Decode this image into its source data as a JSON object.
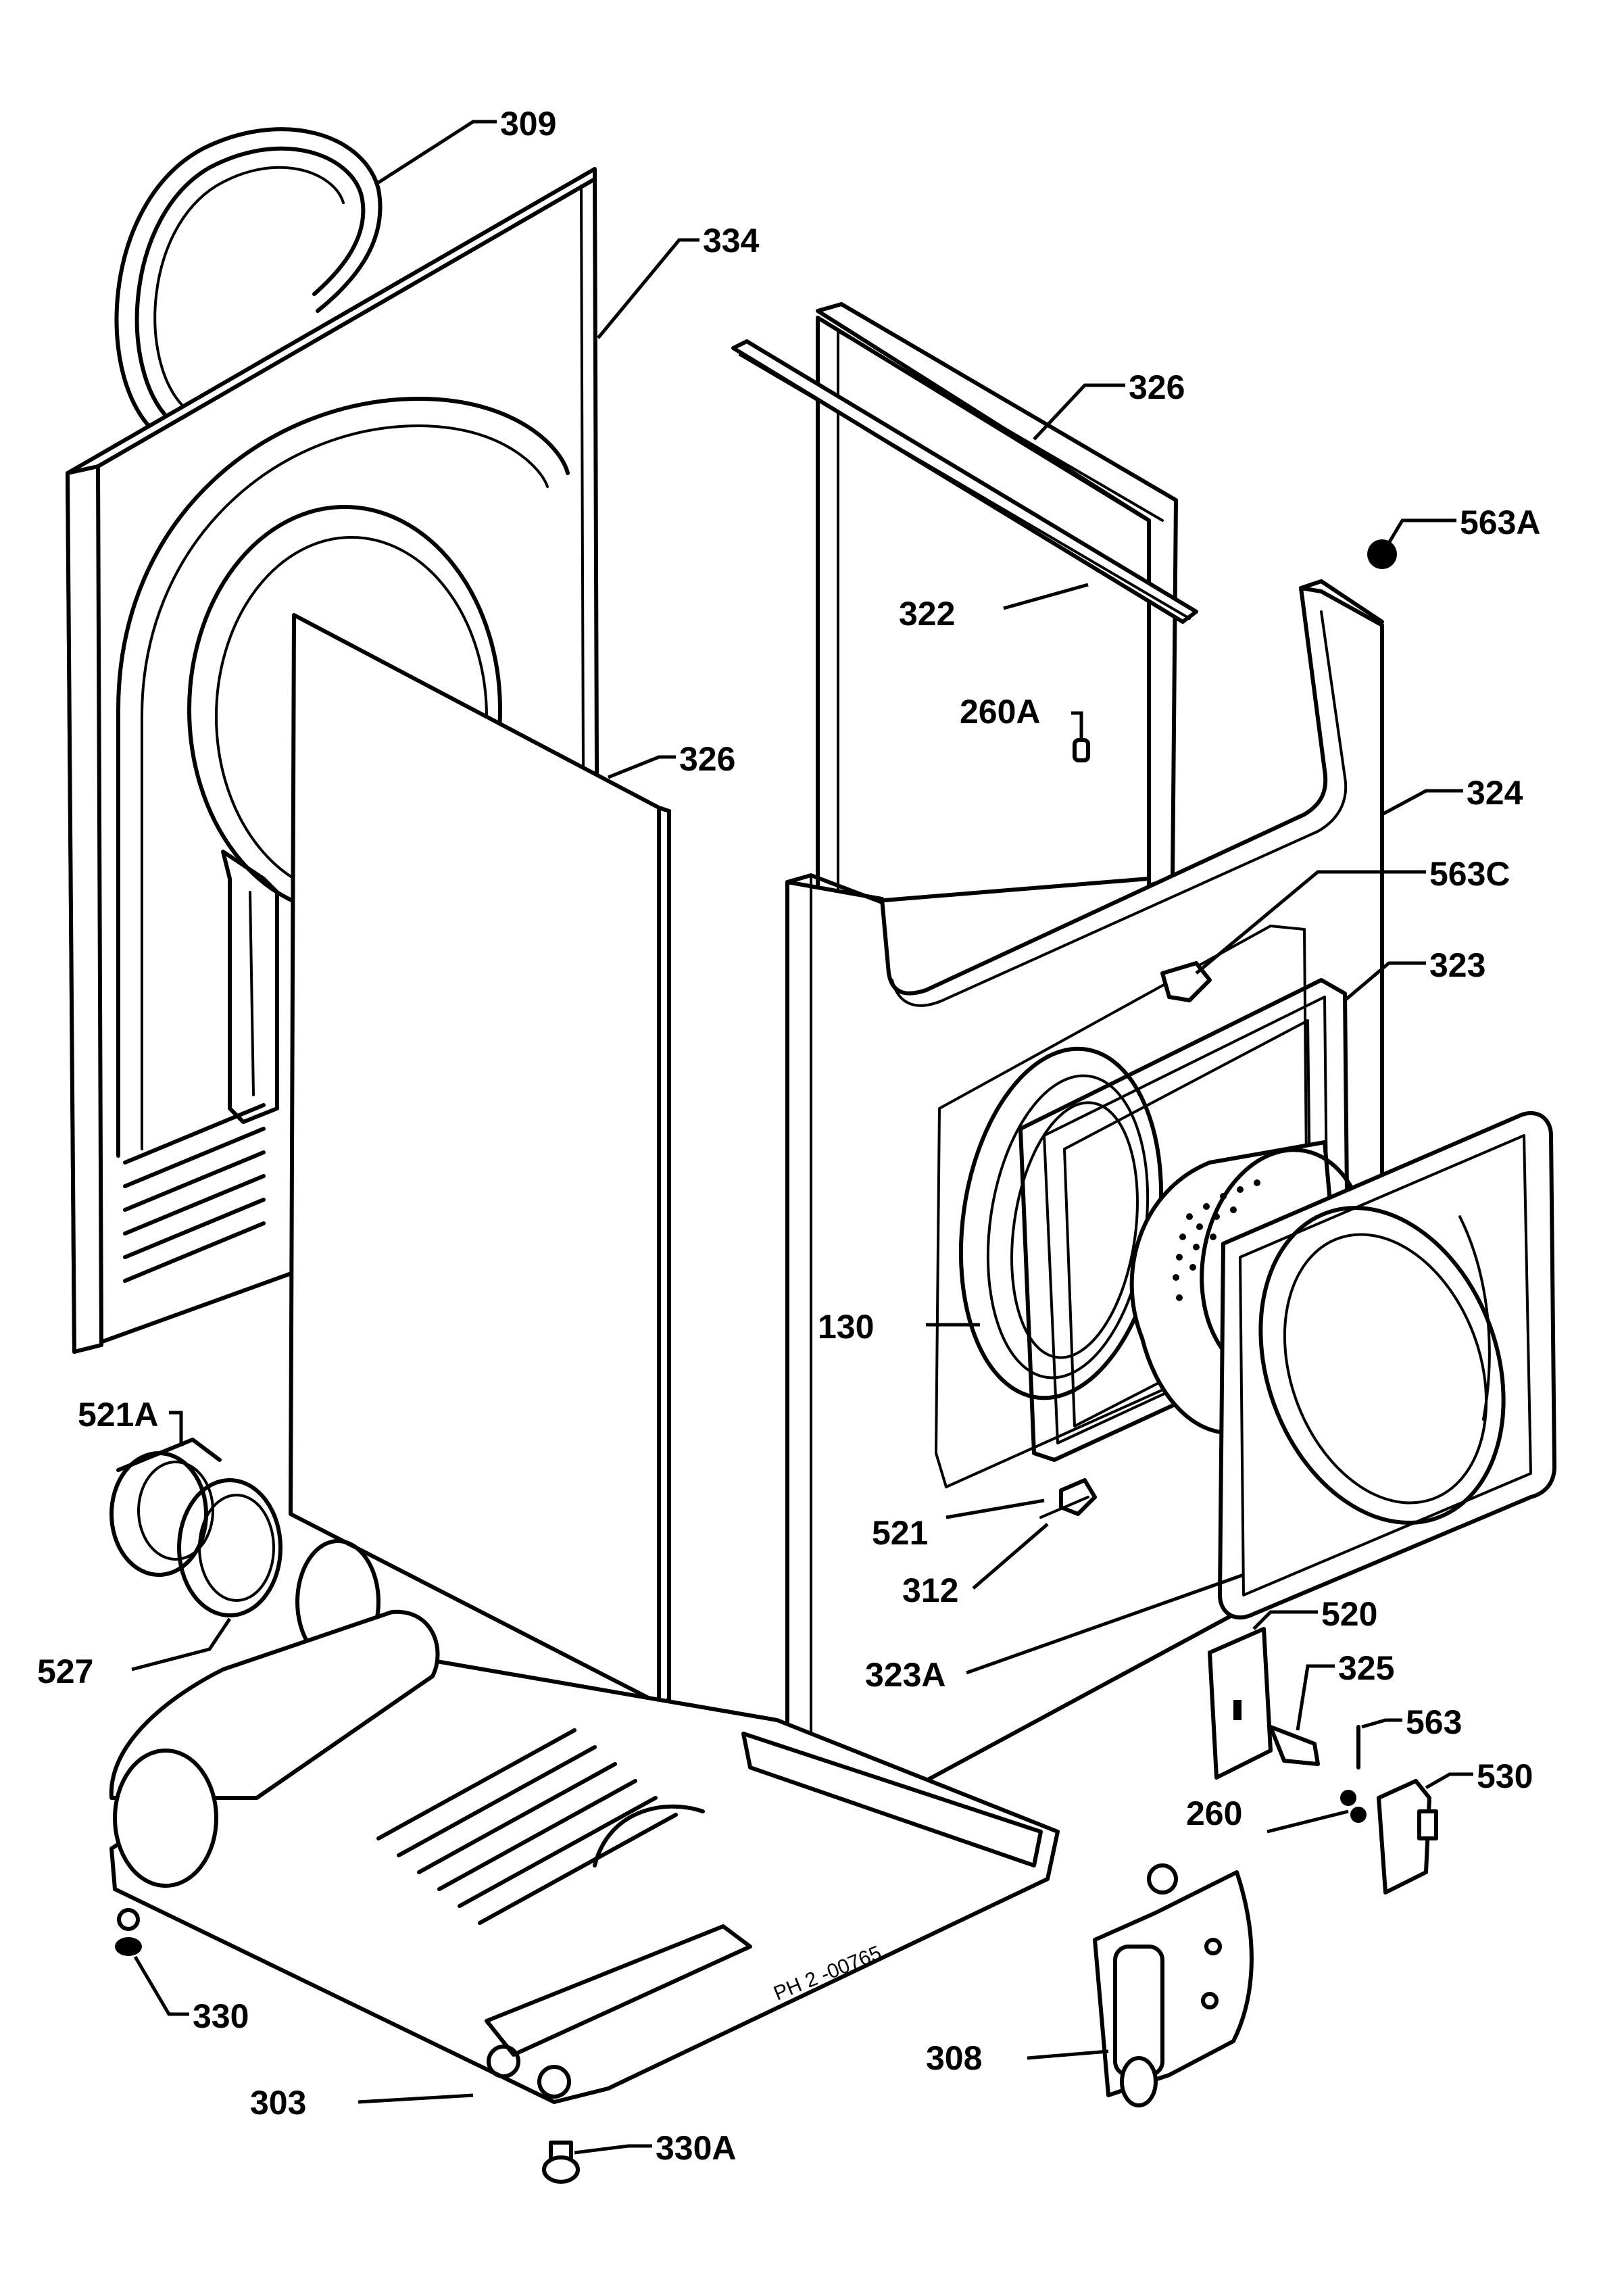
{
  "diagram": {
    "part_labels": {
      "p309": "309",
      "p334": "334",
      "p326_top": "326",
      "p563a": "563A",
      "p322": "322",
      "p260a": "260A",
      "p326_side": "326",
      "p324": "324",
      "p563c": "563C",
      "p323": "323",
      "p130": "130",
      "p521a": "521A",
      "p521": "521",
      "p312": "312",
      "p527": "527",
      "p323a": "323A",
      "p520": "520",
      "p325": "325",
      "p563": "563",
      "p530": "530",
      "p260": "260",
      "p330": "330",
      "p303": "303",
      "p308": "308",
      "p330a": "330A"
    },
    "drawing_code": "PH 2 -00765"
  }
}
